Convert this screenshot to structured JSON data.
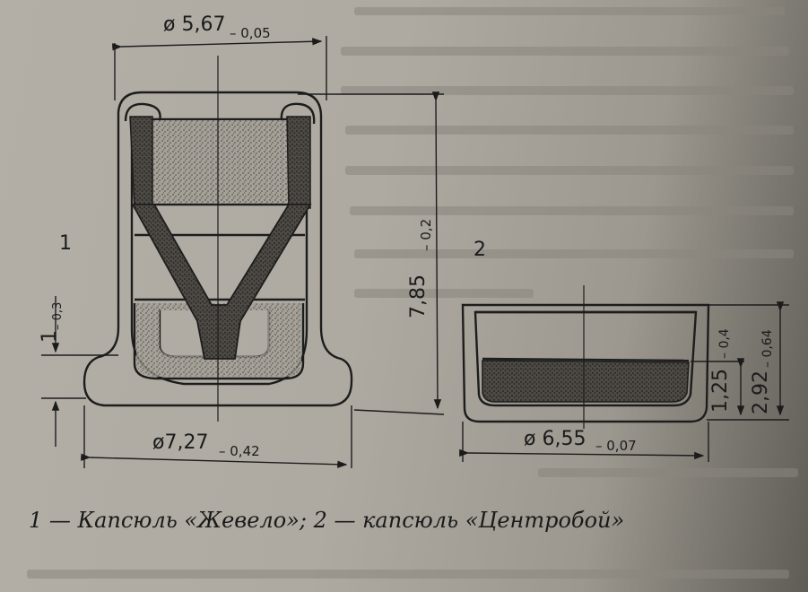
{
  "figure": {
    "labels": {
      "part1": "1",
      "part2": "2"
    },
    "dimensions": {
      "d_top_nominal": "ø 5,67",
      "d_top_tol": "– 0,05",
      "height_nominal": "7,85",
      "height_tol": "– 0,2",
      "left_nominal": "1",
      "left_tol": "– 0,3",
      "d_bottom_nominal": "ø7,27",
      "d_bottom_tol": "– 0,42",
      "d_cap_nominal": "ø 6,55",
      "d_cap_tol": "– 0,07",
      "cap_inner_nominal": "1,25",
      "cap_inner_tol": "– 0,4",
      "cap_height_nominal": "2,92",
      "cap_height_tol": "– 0,64"
    },
    "caption": "1 — Капсюль «Жевело»; 2 — капсюль «Центробой»"
  }
}
